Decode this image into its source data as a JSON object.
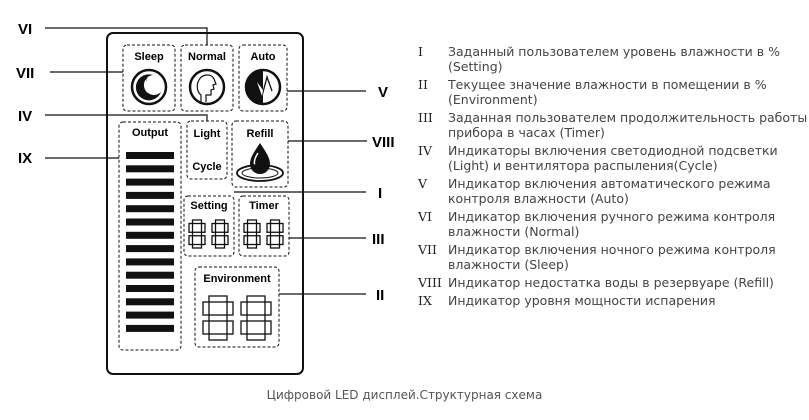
{
  "panel": {
    "sleep": "Sleep",
    "normal": "Normal",
    "auto": "Auto",
    "output": "Output",
    "light": "Light",
    "cycle": "Cycle",
    "refill": "Refill",
    "setting": "Setting",
    "timer": "Timer",
    "environment": "Environment",
    "digits_small": "88",
    "digits_large": "88"
  },
  "callouts": {
    "vi": "VI",
    "vii": "VII",
    "iv": "IV",
    "ix": "IX",
    "v": "V",
    "viii": "VIII",
    "i": "I",
    "iii": "III",
    "ii": "II"
  },
  "legend": [
    {
      "num": "I",
      "text": "Заданный пользователем уровень влажности в % (Setting)"
    },
    {
      "num": "II",
      "text": "Текущее значение влажности в помещении в % (Environment)"
    },
    {
      "num": "III",
      "text": "Заданная пользователем продолжительность работы прибора в часах (Timer)"
    },
    {
      "num": "IV",
      "text": "Индикаторы включения светодиодной подсветки (Light) и вентилятора распыления(Cycle)"
    },
    {
      "num": "V",
      "text": "Индикатор включения автоматического режима контроля влажности (Auto)"
    },
    {
      "num": "VI",
      "text": "Индикатор включения ручного режима контроля влажности (Normal)"
    },
    {
      "num": "VII",
      "text": "Индикатор включения ночного режима контроля влажности (Sleep)"
    },
    {
      "num": "VIII",
      "text": "Индикатор недостатка воды в резервуаре (Refill)"
    },
    {
      "num": "IX",
      "text": "Индикатор уровня мощности испарения"
    }
  ],
  "caption": "Цифровой LED дисплей.Структурная схема",
  "colors": {
    "ink": "#111111",
    "legend_text": "#444444",
    "caption": "#555555"
  }
}
